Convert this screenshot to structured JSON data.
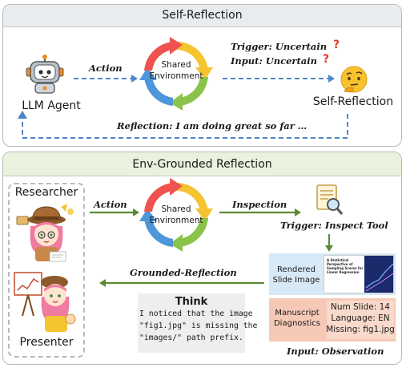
{
  "self_reflection": {
    "title": "Self-Reflection",
    "agent_label": "LLM Agent",
    "action_label": "Action",
    "env_label_line1": "Shared",
    "env_label_line2": "Environment",
    "trigger_text": "Trigger: Uncertain",
    "input_text": "Input: Uncertain",
    "question_mark": "?",
    "target_label": "Self-Reflection",
    "reflection_text": "Reflection: I am doing great so far …"
  },
  "env_grounded": {
    "title": "Env-Grounded Reflection",
    "researcher_label": "Researcher",
    "presenter_label": "Presenter",
    "action_label": "Action",
    "env_label_line1": "Shared",
    "env_label_line2": "Environment",
    "inspection_label": "Inspection",
    "trigger_text": "Trigger: Inspect Tool",
    "rendered_label_line1": "Rendered",
    "rendered_label_line2": "Slide Image",
    "slide_title": "A Statistical Perspective of Sampling Scores for Linear Regression",
    "manuscript_label_line1": "Manuscript",
    "manuscript_label_line2": "Diagnostics",
    "diag_line1": "Num Slide: 14",
    "diag_line2": "Language: EN",
    "diag_line3": "Missing: fig1.jpg",
    "grounded_label": "Grounded-Reflection",
    "think_title": "Think",
    "think_line1": "I noticed that the image",
    "think_line2": "\"fig1.jpg\" is missing the",
    "think_line3": "\"images/\" path prefix.",
    "input_label": "Input: Observation"
  },
  "colors": {
    "top_header": "#e9ecee",
    "bottom_header": "#eaf2dd",
    "blue_arrow": "#4a86c8",
    "green_arrow": "#5a8a32",
    "question": "#e03a2e",
    "rendered_bg": "#d7e9f6",
    "diag_bg": "#f6c9b6",
    "think_bg": "#eeeeee"
  },
  "icons": {
    "agent": "robot-icon",
    "self_reflection": "thinking-face-icon",
    "researcher": "researcher-character-icon",
    "presenter": "presenter-character-icon",
    "inspect": "magnifier-document-icon"
  }
}
